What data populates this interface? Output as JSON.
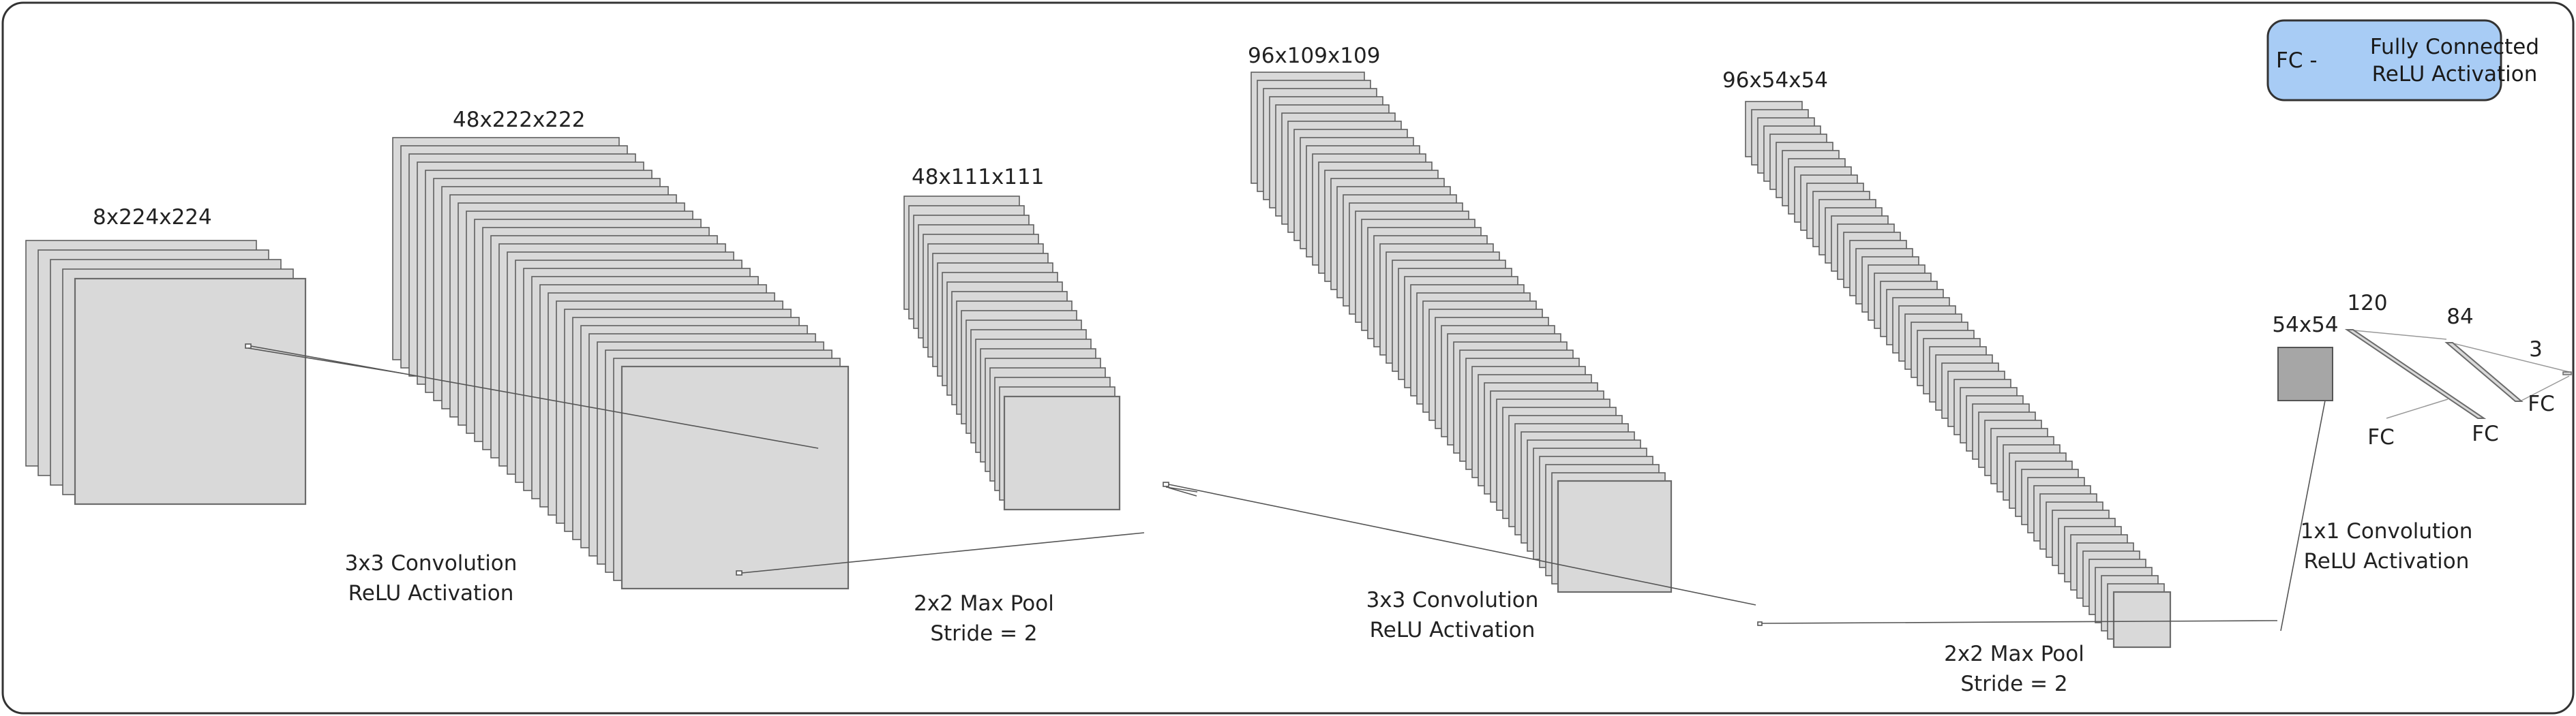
{
  "legend": {
    "abbr": "FC -",
    "line1": "Fully Connected",
    "line2": "ReLU Activation",
    "fill": "#a8ccf5"
  },
  "colors": {
    "map_fill": "#d9d9d9",
    "map_stroke": "#6b6b6b",
    "dark_square": "#a6a6a6",
    "connector": "#555555"
  },
  "stacks": [
    {
      "label": "8x224x224"
    },
    {
      "label": "48x222x222"
    },
    {
      "label": "48x111x111"
    },
    {
      "label": "96x109x109"
    },
    {
      "label": "96x54x54"
    }
  ],
  "operations": [
    {
      "line1": "3x3 Convolution",
      "line2": "ReLU Activation"
    },
    {
      "line1": "2x2 Max Pool",
      "line2": "Stride = 2"
    },
    {
      "line1": "3x3 Convolution",
      "line2": "ReLU Activation"
    },
    {
      "line1": "2x2 Max Pool",
      "line2": "Stride = 2"
    },
    {
      "line1": "1x1 Convolution",
      "line2": "ReLU Activation"
    }
  ],
  "dense": {
    "map_label": "54x54",
    "layer1_size": "120",
    "layer2_size": "84",
    "output_size": "3",
    "fc_label_1": "FC",
    "fc_label_2": "FC",
    "fc_label_3": "FC"
  }
}
